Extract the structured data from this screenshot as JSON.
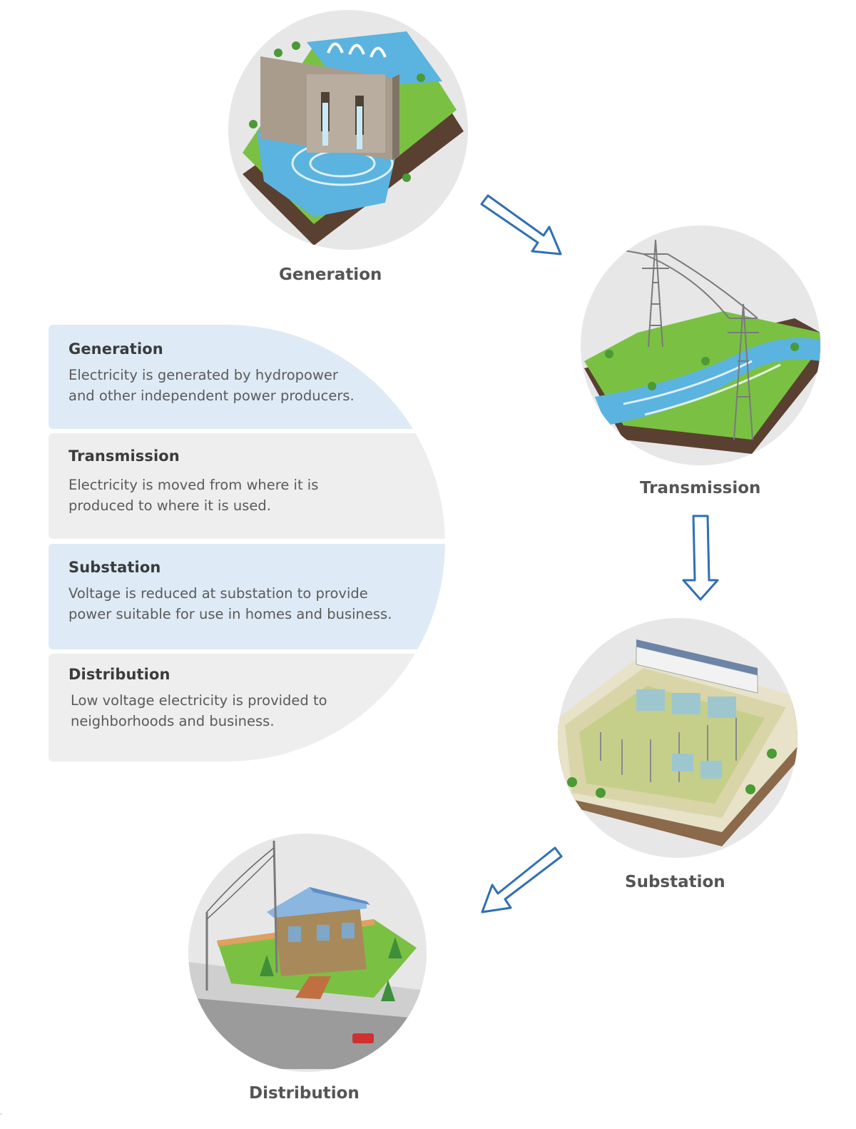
{
  "stages": [
    {
      "id": "generation",
      "label": "Generation",
      "scene": "hydropower-dam"
    },
    {
      "id": "transmission",
      "label": "Transmission",
      "scene": "transmission-towers"
    },
    {
      "id": "substation",
      "label": "Substation",
      "scene": "electrical-substation"
    },
    {
      "id": "distribution",
      "label": "Distribution",
      "scene": "house-with-power-pole"
    }
  ],
  "panel": {
    "blocks": [
      {
        "title": "Generation",
        "text": "Electricity is generated by hydropower and other independent power producers.",
        "fill": "#deebf6"
      },
      {
        "title": "Transmission",
        "text": "Electricity is moved from where it is produced to where it is used.",
        "fill": "#eeeeef"
      },
      {
        "title": "Substation",
        "text": "Voltage is reduced at substation to provide power suitable for use in homes and business.",
        "fill": "#deebf6"
      },
      {
        "title": "Distribution",
        "text": "Low voltage electricity is provided to neighborhoods and business.",
        "fill": "#eeeeef"
      }
    ]
  },
  "colors": {
    "arrow": "#2f6fb5",
    "grass": "#7ac143",
    "water": "#5bb3e0",
    "soil": "#6b4f3a"
  },
  "page": {
    "edge_mark": "-"
  }
}
